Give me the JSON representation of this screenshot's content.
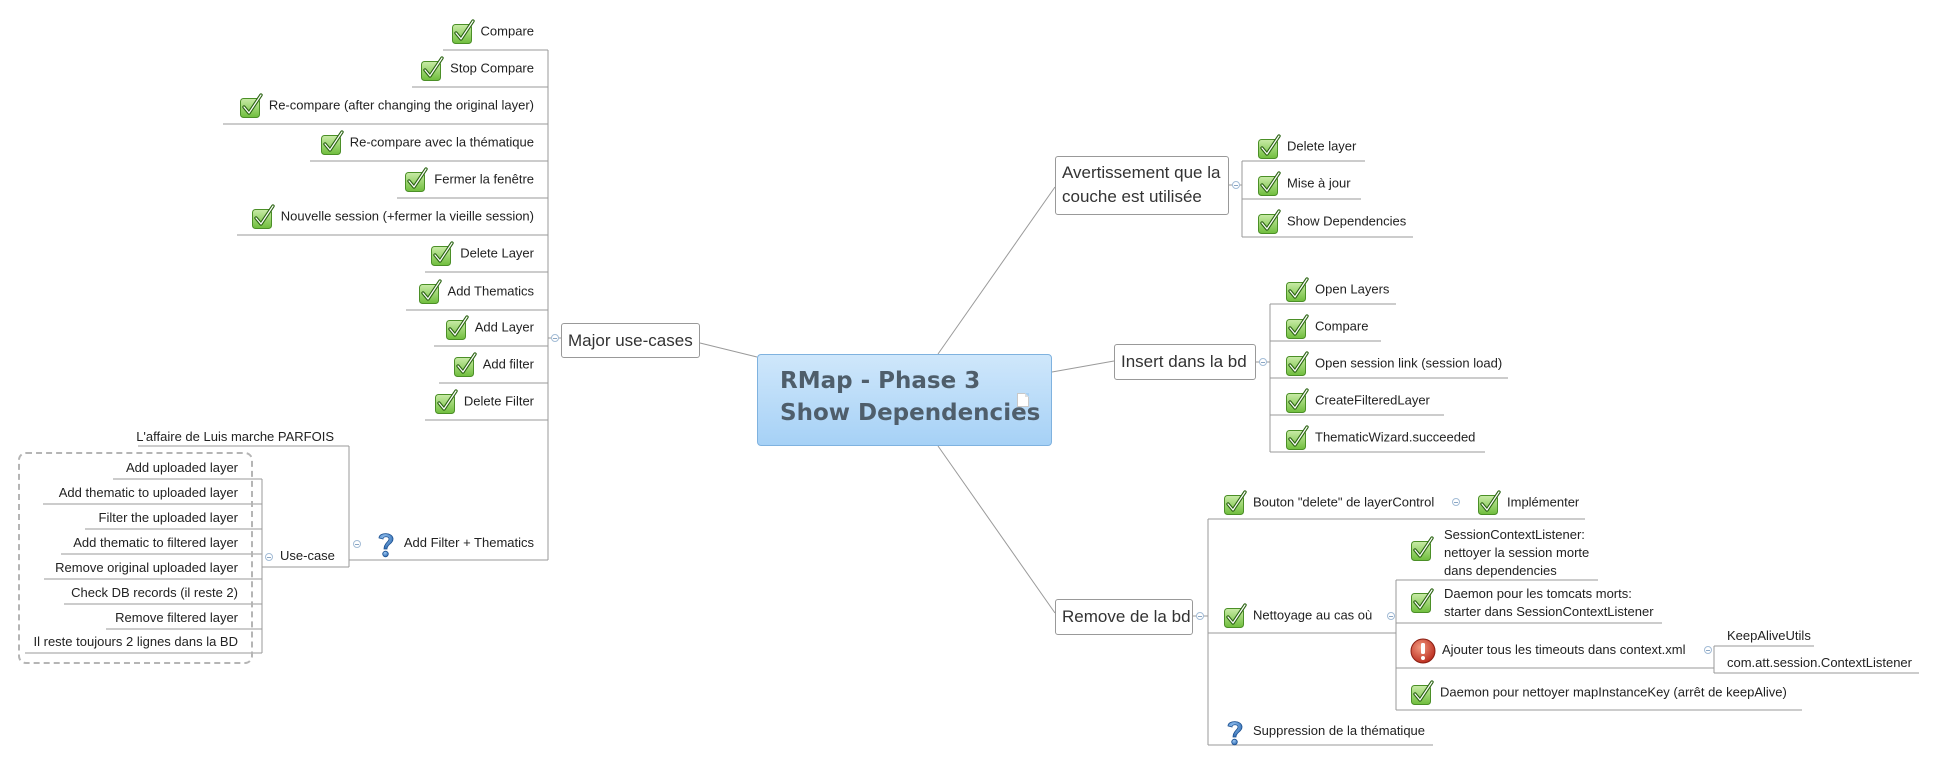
{
  "central": {
    "title_line1": "RMap - Phase 3",
    "title_line2": "Show Dependencies"
  },
  "major": {
    "label": "Major use-cases",
    "items": [
      "Compare",
      "Stop Compare",
      "Re-compare (after changing the original layer)",
      "Re-compare avec la thématique",
      "Fermer la fenêtre",
      "Nouvelle session (+fermer la vieille session)",
      "Delete Layer",
      "Add Thematics",
      "Add Layer",
      "Add filter",
      "Delete Filter"
    ],
    "filter": {
      "label": "Add Filter + Thematics",
      "note": "L'affaire de Luis marche PARFOIS",
      "usecase_label": "Use-case",
      "steps": [
        "Add uploaded layer",
        "Add thematic to uploaded layer",
        "Filter the uploaded layer",
        "Add thematic to filtered layer",
        "Remove original uploaded layer",
        "Check DB records (il reste 2)",
        "Remove filtered layer",
        "Il reste toujours 2 lignes dans la BD"
      ]
    }
  },
  "avert": {
    "label_line1": "Avertissement que la",
    "label_line2": "couche est utilisée",
    "items": [
      "Delete layer",
      "Mise à jour",
      "Show Dependencies"
    ]
  },
  "insert": {
    "label": "Insert dans la bd",
    "items": [
      "Open Layers",
      "Compare",
      "Open session link (session load)",
      "CreateFilteredLayer",
      "ThematicWizard.succeeded"
    ]
  },
  "remove": {
    "label": "Remove de la bd",
    "bouton": {
      "label": "Bouton \"delete\" de layerControl",
      "child": "Implémenter"
    },
    "nettoyage": {
      "label": "Nettoyage au cas où",
      "session_listener": [
        "SessionContextListener:",
        "nettoyer la session morte",
        "dans dependencies"
      ],
      "daemon_tomcat": [
        "Daemon pour les tomcats morts:",
        "starter dans SessionContextListener"
      ],
      "timeouts": {
        "label": "Ajouter tous les timeouts dans context.xml",
        "children": [
          "KeepAliveUtils",
          "com.att.session.ContextListener"
        ]
      },
      "daemon_map": "Daemon pour nettoyer mapInstanceKey (arrêt de keepAlive)"
    },
    "suppression": "Suppression de la thématique"
  },
  "colors": {
    "check_green": "#5aa829",
    "check_bg": "#8fcf57",
    "central_fill": "#b8dcf8",
    "warn_red": "#d9402a",
    "help_blue": "#3c78c4"
  },
  "icons": {
    "done": "check-icon",
    "question": "help-icon",
    "priority": "priority-1-icon",
    "note": "note-icon"
  }
}
